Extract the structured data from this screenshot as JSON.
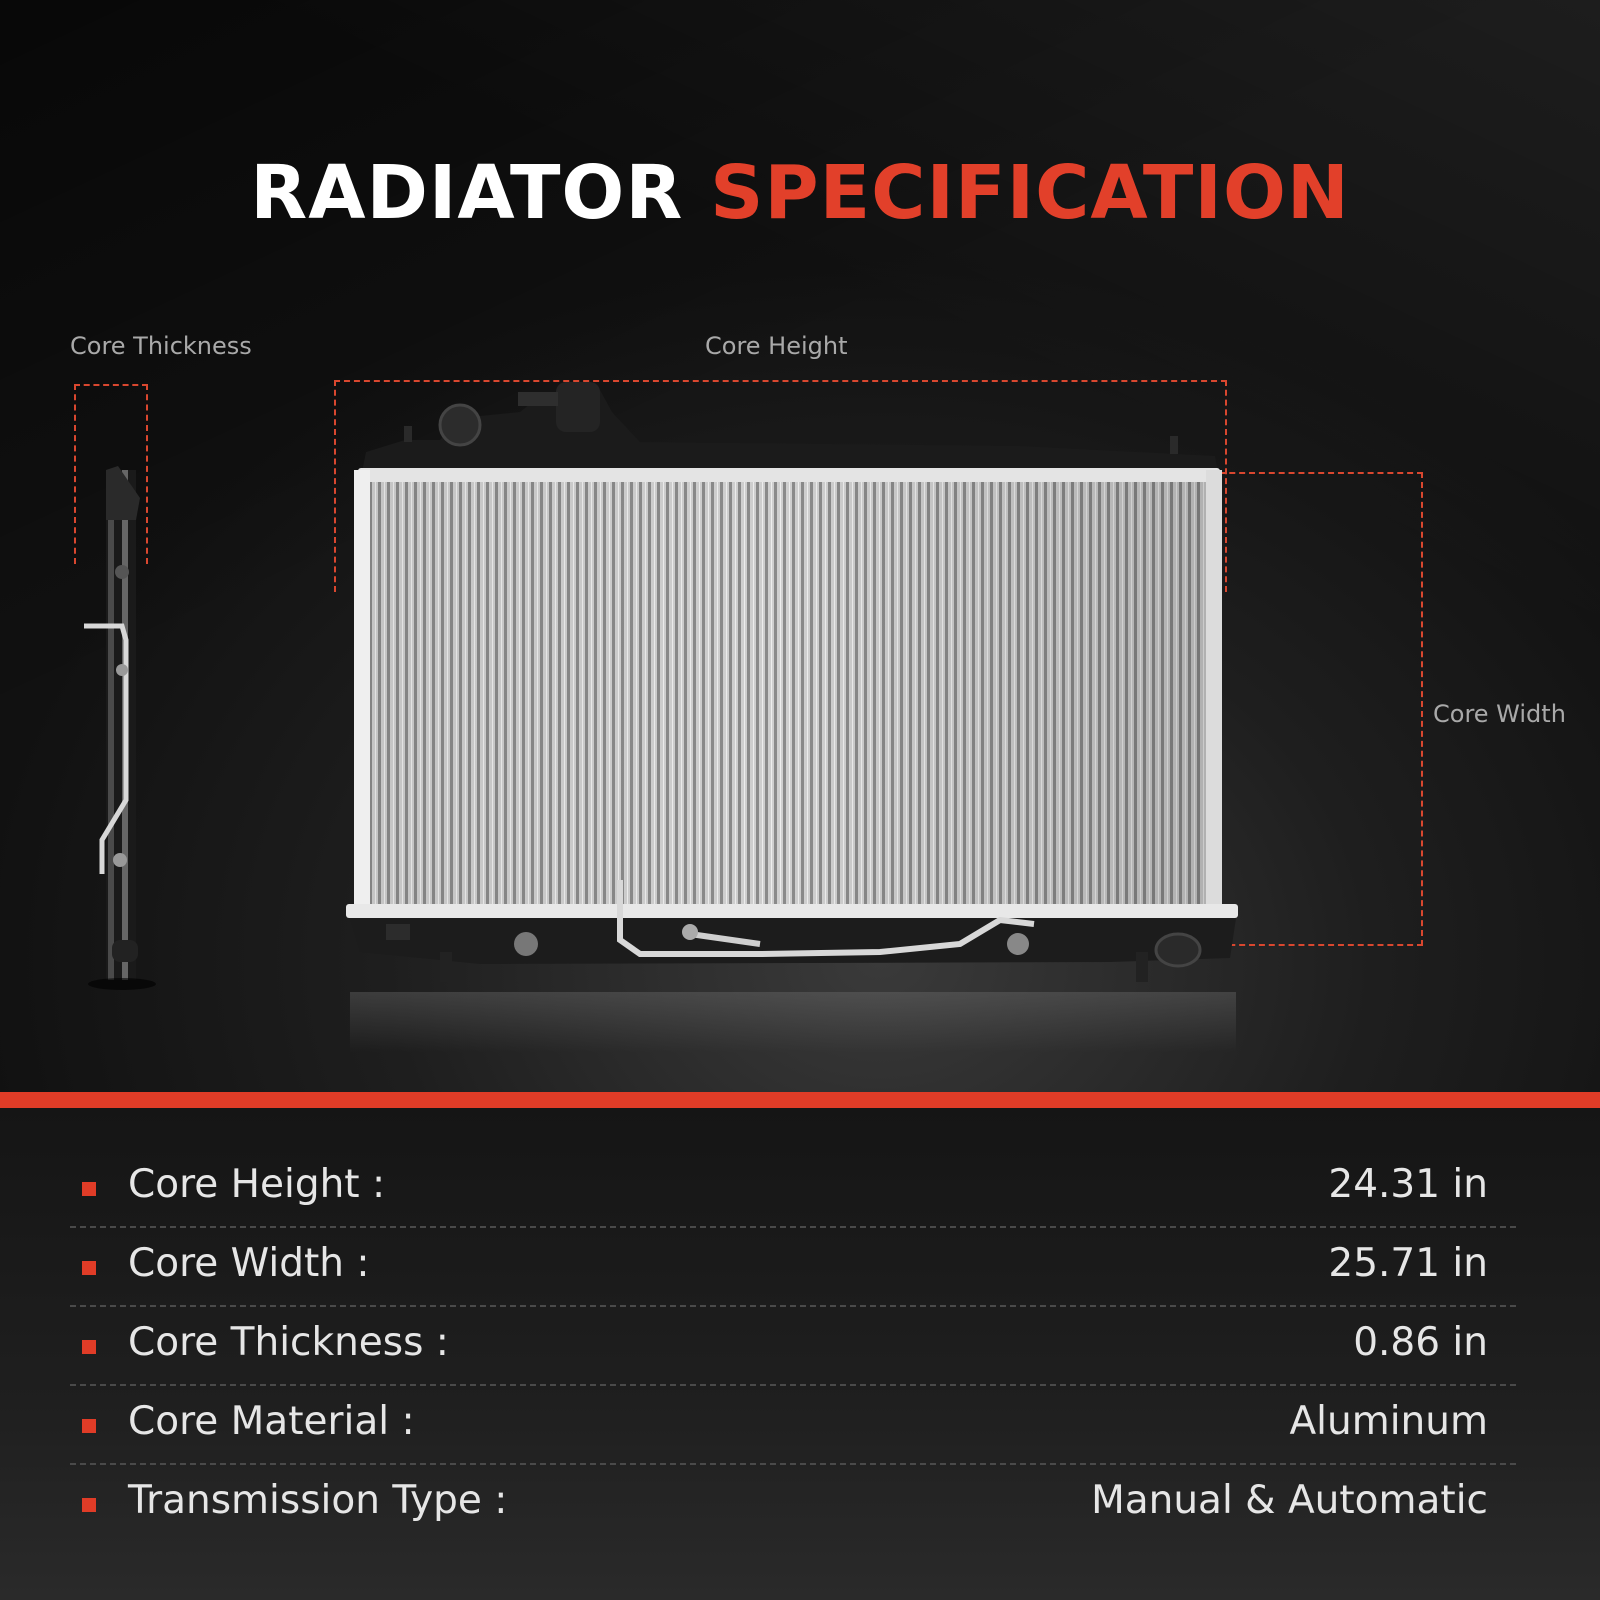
{
  "title": {
    "part1": "RADIATOR",
    "part2": "SPECIFICATION"
  },
  "dimension_labels": {
    "thickness": "Core Thickness",
    "height": "Core Height",
    "width": "Core Width"
  },
  "specs": [
    {
      "label": "Core Height :",
      "value": "24.31 in"
    },
    {
      "label": "Core Width :",
      "value": "25.71 in"
    },
    {
      "label": "Core Thickness :",
      "value": "0.86 in"
    },
    {
      "label": "Core Material :",
      "value": "Aluminum"
    },
    {
      "label": "Transmission Type :",
      "value": "Manual & Automatic"
    }
  ],
  "colors": {
    "accent": "#e2402a",
    "background": "#1c1c1c"
  }
}
